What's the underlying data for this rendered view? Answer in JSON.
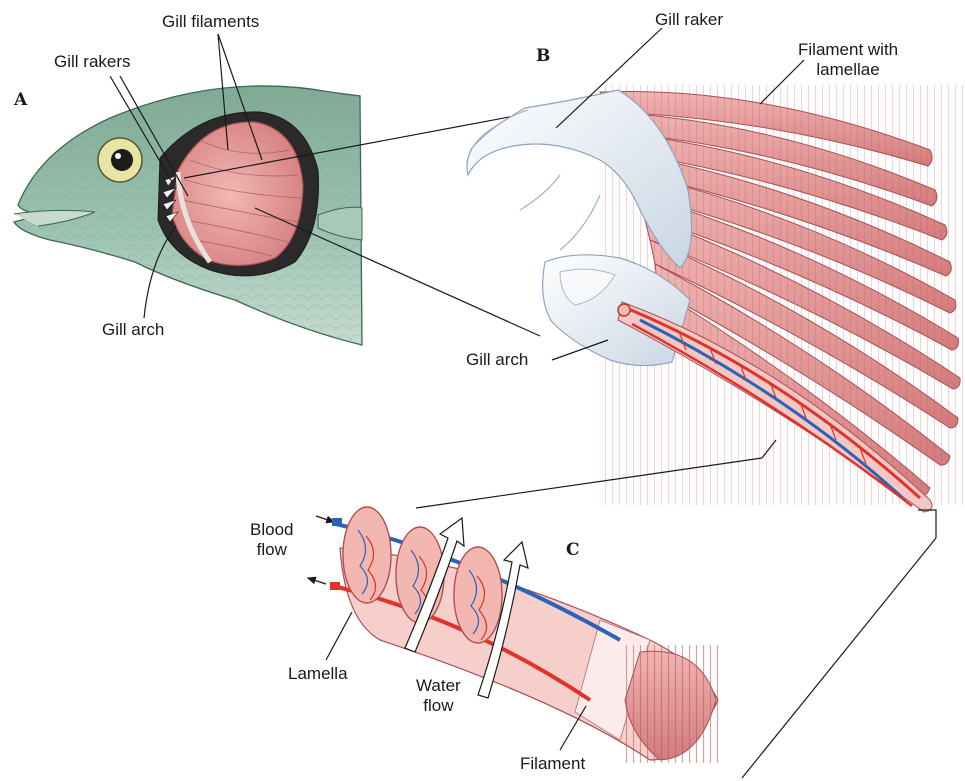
{
  "panels": {
    "a": "A",
    "b": "B",
    "c": "C"
  },
  "labels": {
    "gill_filaments": "Gill filaments",
    "gill_rakers": "Gill rakers",
    "gill_arch_a": "Gill arch",
    "gill_raker": "Gill raker",
    "filament_with_lamellae_1": "Filament with",
    "filament_with_lamellae_2": "lamellae",
    "gill_arch_b": "Gill arch",
    "blood_flow_1": "Blood",
    "blood_flow_2": "flow",
    "lamella": "Lamella",
    "water_flow_1": "Water",
    "water_flow_2": "flow",
    "filament": "Filament"
  },
  "colors": {
    "fish_body": "#8fb7a6",
    "fish_dark": "#4f7e6c",
    "gill_tissue": "#e59a9a",
    "gill_line": "#b85c5c",
    "raker_white": "#eef3f8",
    "artery_red": "#e0332b",
    "vein_blue": "#2b64b7"
  },
  "icons": [
    "arrow-right-icon",
    "arrow-left-icon",
    "water-flow-arrow-icon"
  ]
}
